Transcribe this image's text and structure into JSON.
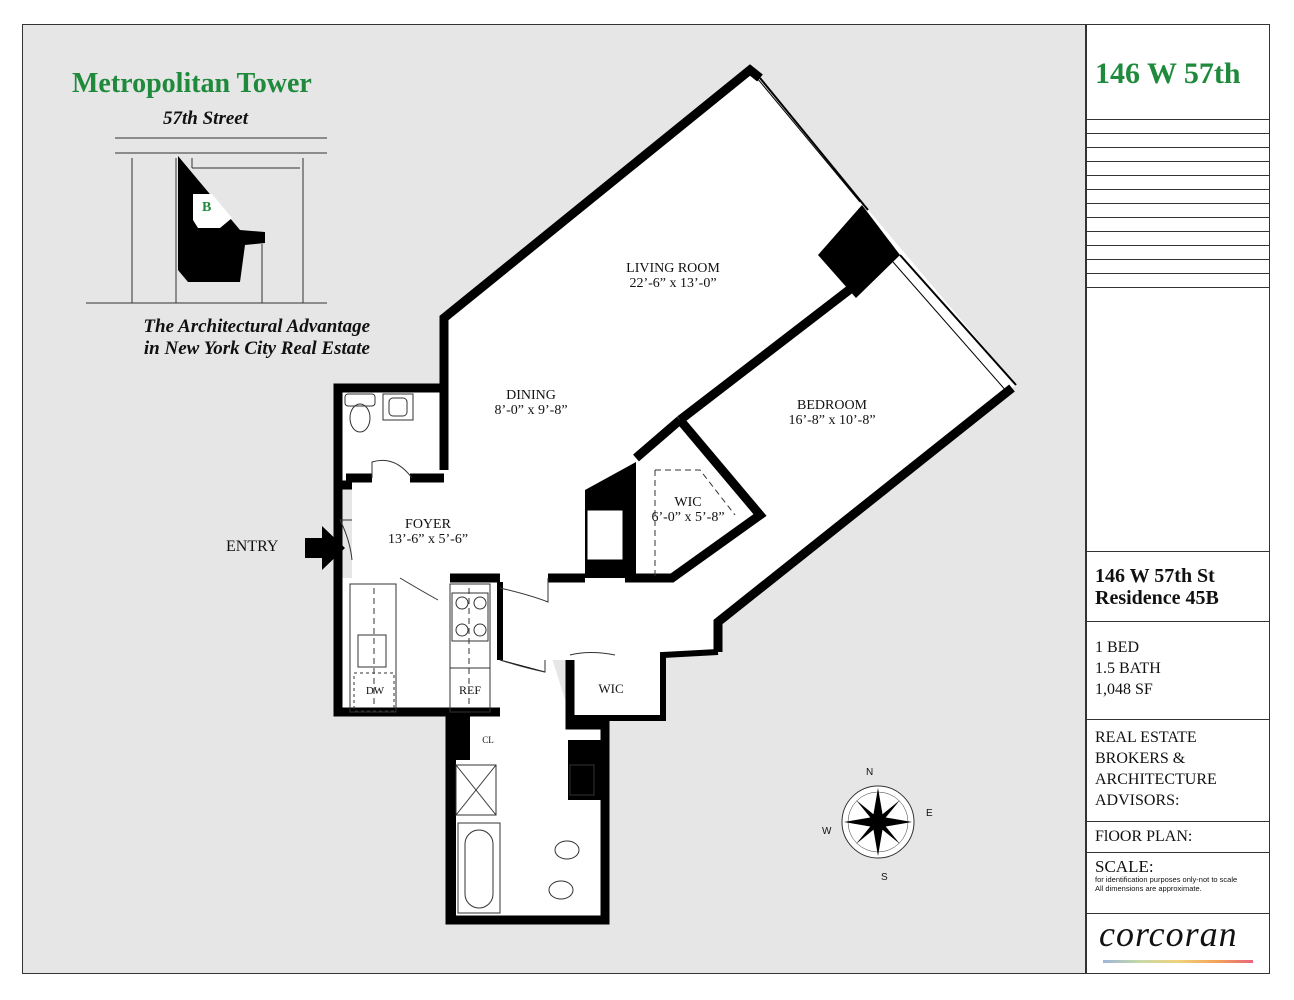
{
  "building": {
    "name": "Metropolitan Tower",
    "street": "57th Street",
    "key_unit": "B",
    "tagline_1": "The Architectural Advantage",
    "tagline_2": "in New York City Real Estate"
  },
  "rooms": {
    "living": {
      "name": "LIVING ROOM",
      "dims": "22’-6” x 13’-0”"
    },
    "dining": {
      "name": "DINING",
      "dims": "8’-0” x 9’-8”"
    },
    "bedroom": {
      "name": "BEDROOM",
      "dims": "16’-8” x 10’-8”"
    },
    "foyer": {
      "name": "FOYER",
      "dims": "13’-6” x 5’-6”"
    },
    "wic_main": {
      "name": "WIC",
      "dims": "6’-0” x 5’-8”"
    },
    "wic_small": {
      "name": "WIC"
    }
  },
  "fixtures": {
    "dw": "DW",
    "ref": "REF",
    "cl": "CL"
  },
  "entry_label": "ENTRY",
  "compass": {
    "n": "N",
    "s": "S",
    "e": "E",
    "w": "W"
  },
  "title_block": {
    "title": "146 W 57th",
    "address_1": "146 W 57th St",
    "address_2": "Residence 45B",
    "beds": "1 BED",
    "baths": "1.5 BATH",
    "area": "1,048 SF",
    "brokers_1": "REAL ESTATE",
    "brokers_2": "BROKERS &",
    "brokers_3": "ARCHITECTURE",
    "brokers_4": "ADVISORS:",
    "floor_plan": "FlOOR PLAN:",
    "scale": "SCALE:",
    "scale_note_1": "for identification purposes only-not to scale",
    "scale_note_2": "All dimensions are approximate.",
    "logo": "corcoran"
  },
  "colors": {
    "accent_green": "#1f8a3c",
    "wall": "#000000",
    "background": "#e6e6e6"
  }
}
